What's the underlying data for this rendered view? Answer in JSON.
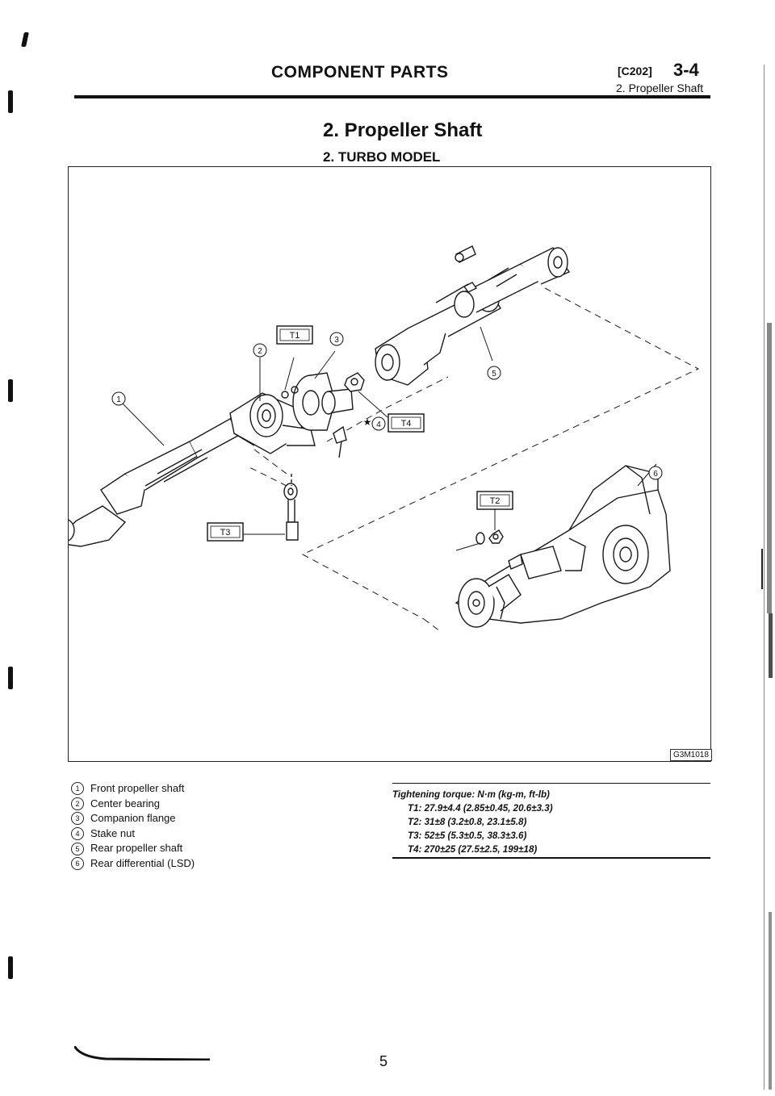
{
  "header": {
    "title": "COMPONENT PARTS",
    "code": "[C202]",
    "page_ref": "3-4",
    "subtitle": "2. Propeller Shaft"
  },
  "section": {
    "title": "2. Propeller Shaft",
    "subtitle": "2. TURBO MODEL"
  },
  "figure": {
    "code": "G3M1018",
    "callouts": [
      "1",
      "2",
      "3",
      "4",
      "5",
      "6"
    ],
    "torque_tags": [
      "T1",
      "T2",
      "T3",
      "T4"
    ],
    "star": "★"
  },
  "legend": [
    {
      "num": "1",
      "label": "Front propeller shaft"
    },
    {
      "num": "2",
      "label": "Center bearing"
    },
    {
      "num": "3",
      "label": "Companion flange"
    },
    {
      "num": "4",
      "label": "Stake nut"
    },
    {
      "num": "5",
      "label": "Rear propeller shaft"
    },
    {
      "num": "6",
      "label": "Rear differential (LSD)"
    }
  ],
  "torque": {
    "heading": "Tightening torque: N·m (kg-m, ft-lb)",
    "values": [
      "T1: 27.9±4.4 (2.85±0.45, 20.6±3.3)",
      "T2: 31±8 (3.2±0.8, 23.1±5.8)",
      "T3: 52±5 (5.3±0.5, 38.3±3.6)",
      "T4: 270±25 (27.5±2.5, 199±18)"
    ]
  },
  "footer": {
    "page_number": "5"
  }
}
